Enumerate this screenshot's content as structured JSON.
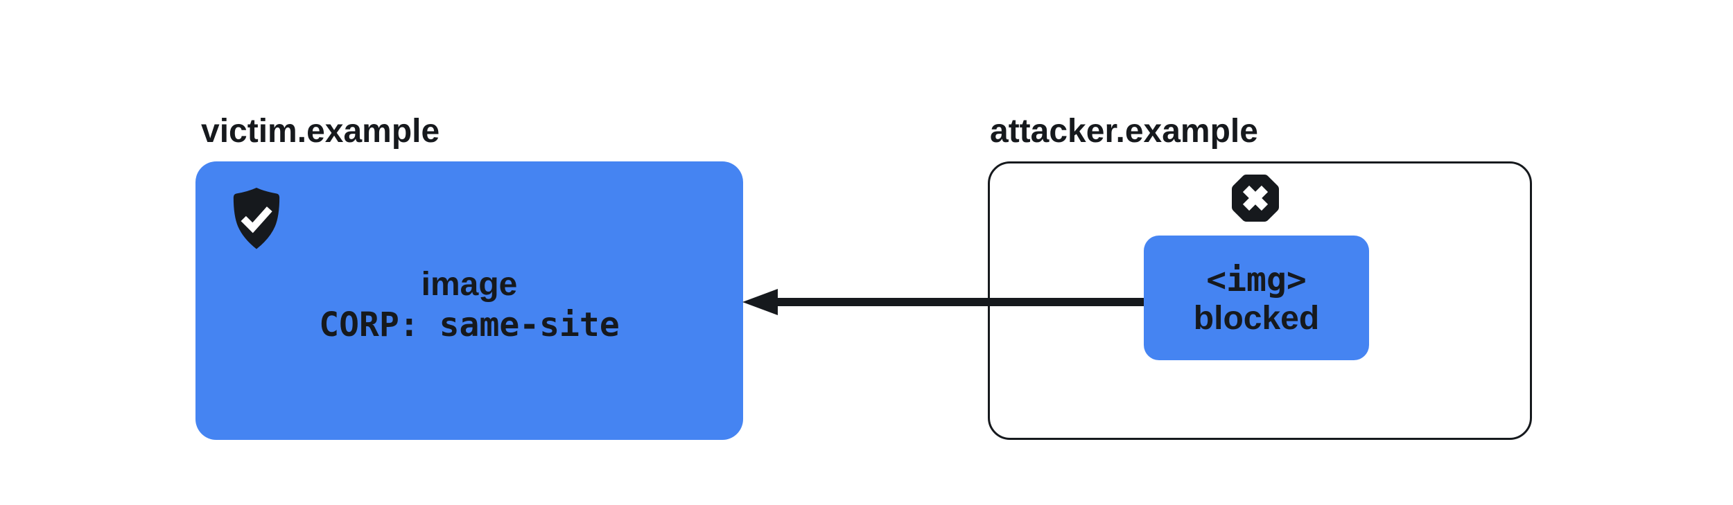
{
  "diagram": {
    "background": "#FFFFFF",
    "accent_blue": "#4584F2",
    "ink": "#16191D",
    "victim": {
      "domain": "victim.example",
      "icon": "shield-checkmark",
      "resource": "image",
      "policy": "CORP: same-site"
    },
    "attacker": {
      "domain": "attacker.example",
      "icon": "octagon-x-blocked",
      "request_tag": "<img>",
      "request_status": "blocked"
    },
    "arrow": {
      "direction": "attacker-to-victim"
    }
  }
}
